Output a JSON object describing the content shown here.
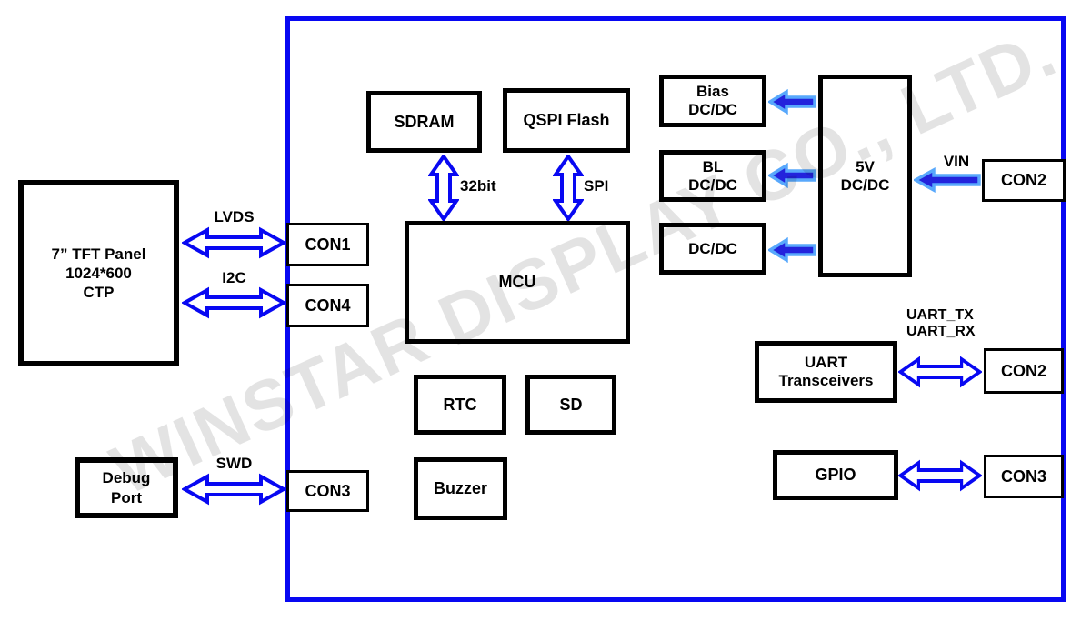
{
  "watermark": "WINSTAR DISPLAY CO., LTD.",
  "colors": {
    "board_blue": "#0808f2",
    "power_fill": "#2323dc",
    "power_border": "#58a8fc",
    "box_border": "#000000",
    "background": "#ffffff"
  },
  "blocks": {
    "tft_panel": {
      "line1": "7” TFT Panel",
      "line2": "1024*600",
      "line3": "CTP"
    },
    "debug_port": {
      "line1": "Debug",
      "line2": "Port"
    },
    "con1": {
      "label": "CON1"
    },
    "con4": {
      "label": "CON4"
    },
    "con3_left": {
      "label": "CON3"
    },
    "sdram": {
      "label": "SDRAM"
    },
    "qspi_flash": {
      "label": "QSPI Flash"
    },
    "mcu": {
      "label": "MCU"
    },
    "rtc": {
      "label": "RTC"
    },
    "sd": {
      "label": "SD"
    },
    "buzzer": {
      "label": "Buzzer"
    },
    "bias_dcdc": {
      "line1": "Bias",
      "line2": "DC/DC"
    },
    "bl_dcdc": {
      "line1": "BL",
      "line2": "DC/DC"
    },
    "dcdc": {
      "label": "DC/DC"
    },
    "dcdc_5v": {
      "line1": "5V",
      "line2": "DC/DC"
    },
    "con2_top": {
      "label": "CON2"
    },
    "uart_transceivers": {
      "line1": "UART",
      "line2": "Transceivers"
    },
    "con2_bottom": {
      "label": "CON2"
    },
    "gpio": {
      "label": "GPIO"
    },
    "con3_right": {
      "label": "CON3"
    }
  },
  "bus_labels": {
    "lvds": "LVDS",
    "i2c": "I2C",
    "swd": "SWD",
    "bit32": "32bit",
    "spi": "SPI",
    "vin": "VIN",
    "uart_tx": "UART_TX",
    "uart_rx": "UART_RX"
  }
}
